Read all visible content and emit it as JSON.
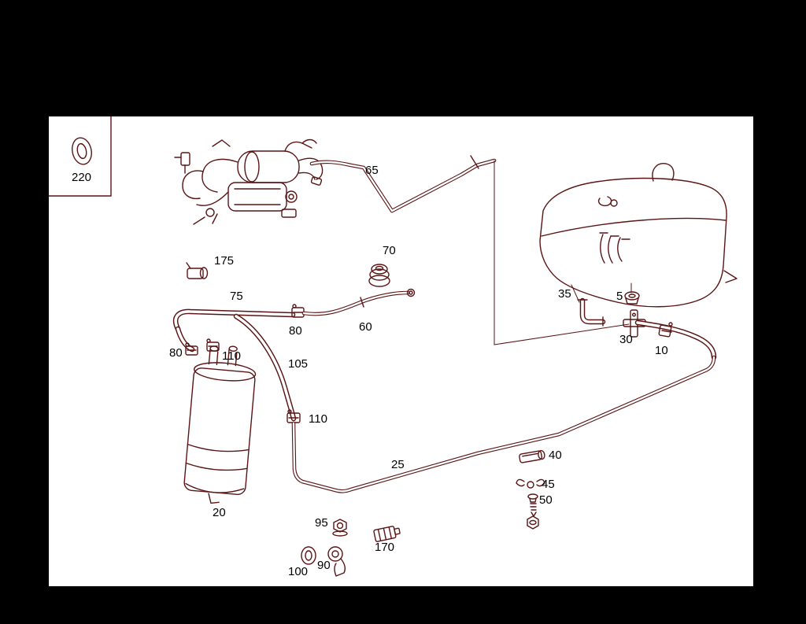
{
  "diagram": {
    "background_color": "#000000",
    "panel_color": "#ffffff",
    "line_color": "#5a1414",
    "label_color": "#000000",
    "labels": [
      {
        "part": "220"
      },
      {
        "part": "65"
      },
      {
        "part": "70"
      },
      {
        "part": "175"
      },
      {
        "part": "75"
      },
      {
        "part": "80"
      },
      {
        "part": "60"
      },
      {
        "part": "105"
      },
      {
        "part": "80"
      },
      {
        "part": "110"
      },
      {
        "part": "110"
      },
      {
        "part": "20"
      },
      {
        "part": "25"
      },
      {
        "part": "35"
      },
      {
        "part": "5"
      },
      {
        "part": "30"
      },
      {
        "part": "10"
      },
      {
        "part": "40"
      },
      {
        "part": "45"
      },
      {
        "part": "50"
      },
      {
        "part": "95"
      },
      {
        "part": "170"
      },
      {
        "part": "100"
      },
      {
        "part": "90"
      }
    ]
  }
}
